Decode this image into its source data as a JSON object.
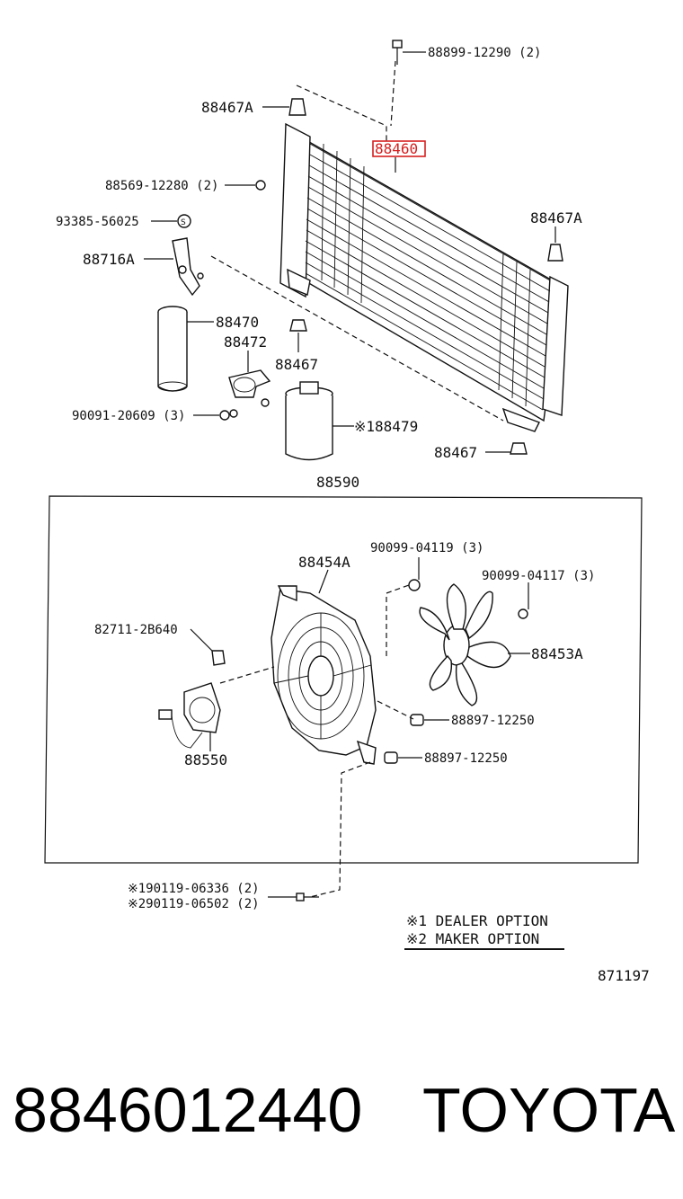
{
  "diagram": {
    "callouts": {
      "bolt_top": "88899-12290 (2)",
      "clip_88467A_top": "88467A",
      "condenser": "88460",
      "bolt_88569": "88569-12280 (2)",
      "nut_93385": "93385-56025",
      "bracket_88716A": "88716A",
      "clip_88467A_right": "88467A",
      "receiver_88470": "88470",
      "bracket_88472": "88472",
      "clip_88467_mid": "88467",
      "bolt_90091": "90091-20609 (3)",
      "drier_88479": "※188479",
      "clip_88467_bottom": "88467",
      "fan_assembly_88590": "88590",
      "bolt_90099_04119": "90099-04119 (3)",
      "shroud_88454A": "88454A",
      "bolt_90099_04117": "90099-04117 (3)",
      "clip_82711": "82711-2B640",
      "fan_88453A": "88453A",
      "cushion_1": "88897-12250",
      "motor_88550": "88550",
      "cushion_2": "88897-12250",
      "bolt_190119": "※190119-06336 (2)",
      "bolt_290119": "※290119-06502 (2)"
    },
    "legend": {
      "item1": "※1 DEALER  OPTION",
      "item2": "※2 MAKER  OPTION"
    },
    "ref_code": "871197",
    "highlight_color": "#d62020"
  },
  "footer": {
    "part_number": "8846012440",
    "brand": "TOYOTA"
  }
}
